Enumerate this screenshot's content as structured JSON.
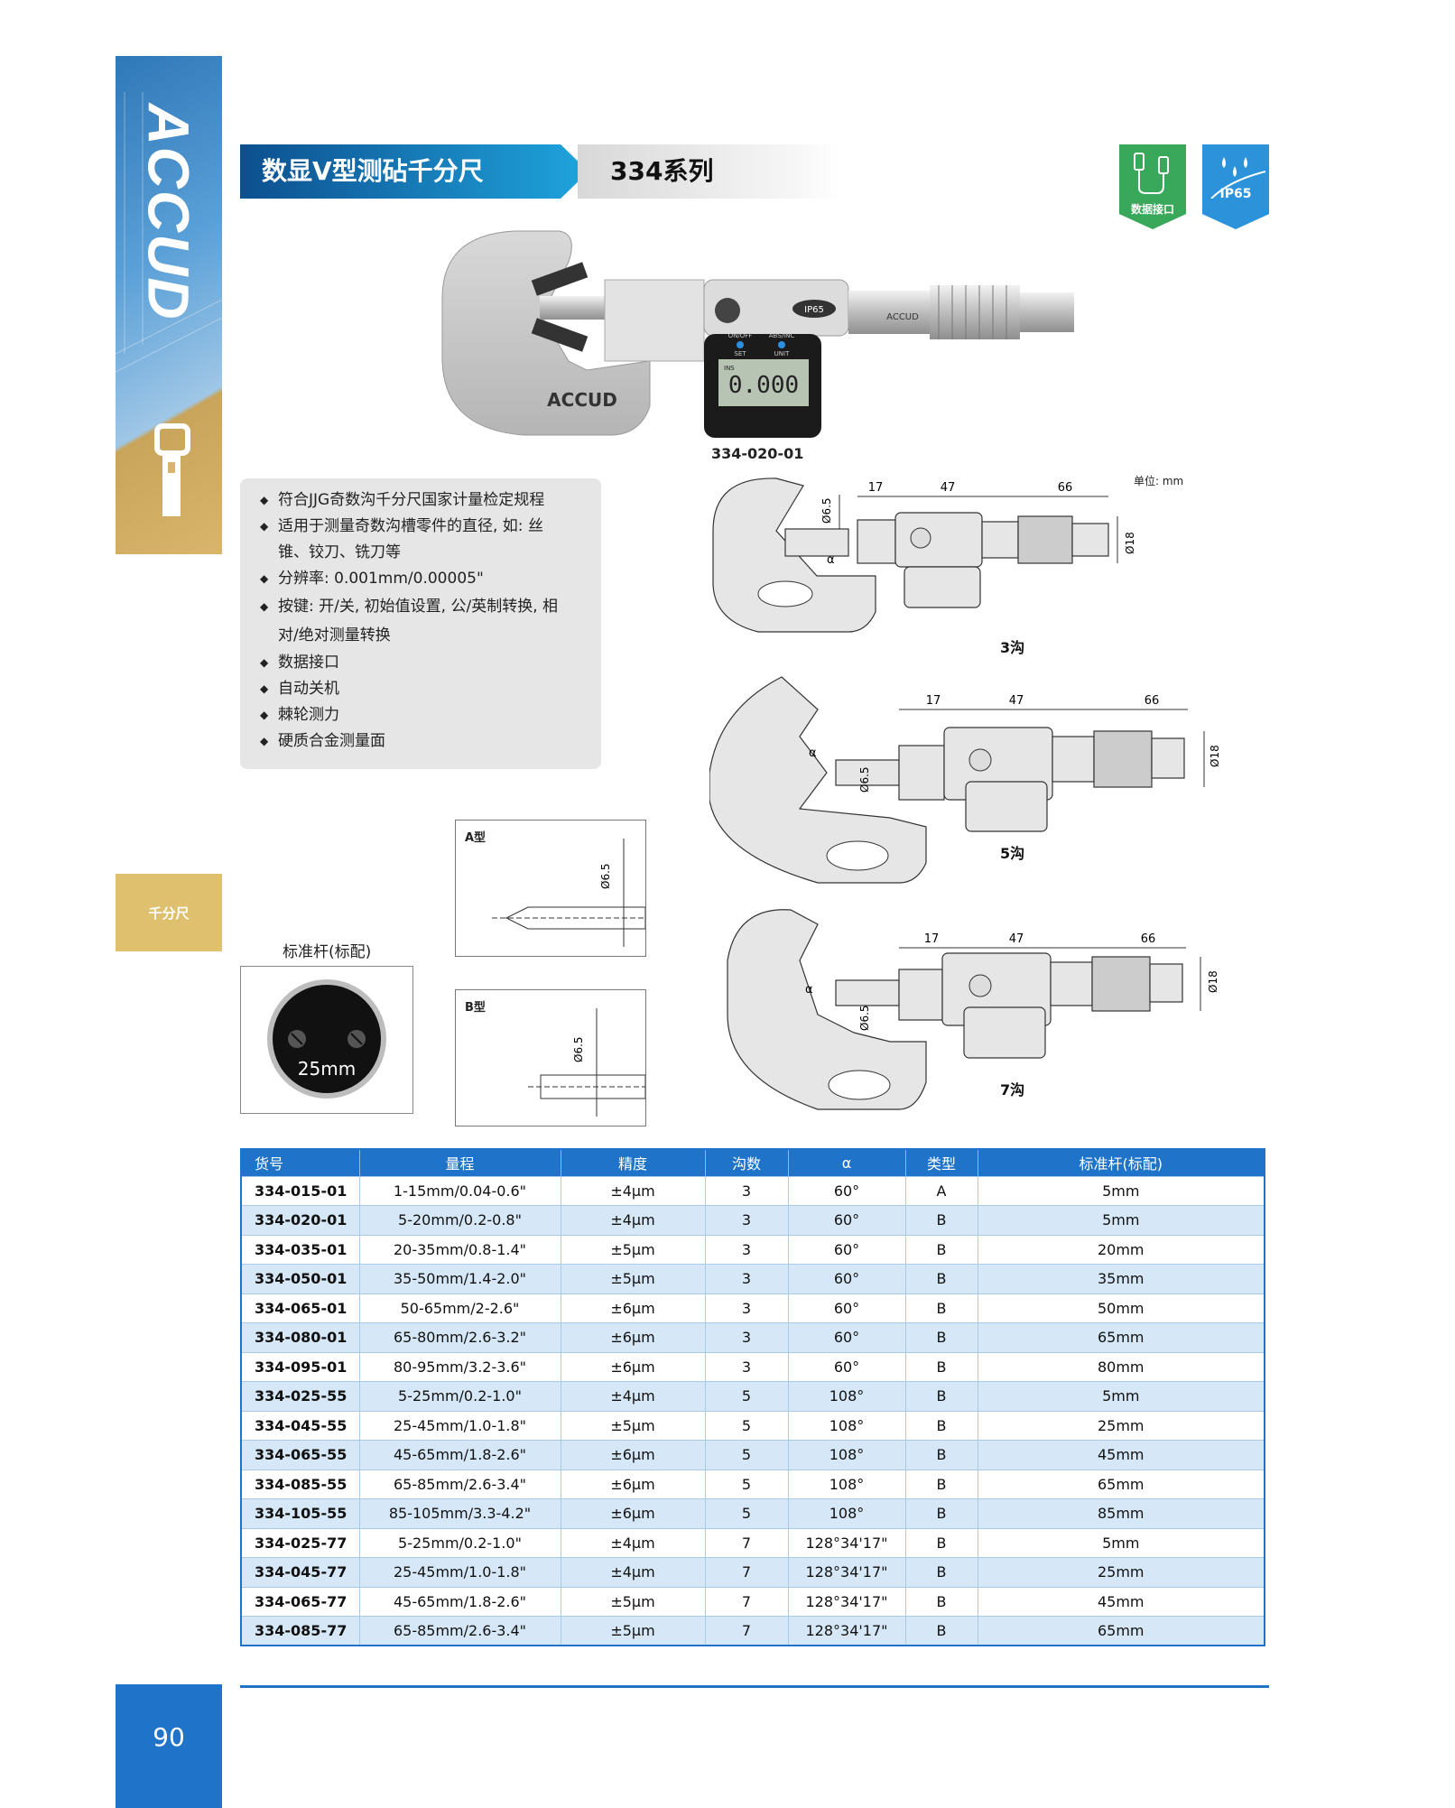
{
  "sidebar": {
    "brand": "ACCUD",
    "category": "千分尺",
    "page_number": "90"
  },
  "header": {
    "title": "数显V型测砧千分尺",
    "series": "334系列"
  },
  "badges": {
    "data_port": "数据接口",
    "ip_rating": "IP65"
  },
  "product": {
    "caption": "334-020-01",
    "frame_brand": "ACCUD",
    "display_value": "0.000",
    "display_mode": "INS",
    "button_labels": [
      "ON/OFF",
      "ABS/INC",
      "SET",
      "UNIT"
    ],
    "ip_label": "IP65",
    "thimble_brand": "ACCUD"
  },
  "features": [
    "符合JJG奇数沟千分尺国家计量检定规程",
    "适用于测量奇数沟槽零件的直径, 如: 丝锥、铰刀、铣刀等",
    "分辨率: 0.001mm/0.00005\"",
    "按键: 开/关, 初始值设置, 公/英制转换, 相对/绝对测量转换",
    "数据接口",
    "自动关机",
    "棘轮测力",
    "硬质合金测量面"
  ],
  "drawings": {
    "unit": "单位: mm",
    "d3": {
      "label": "3沟",
      "dims": [
        "17",
        "47",
        "66"
      ],
      "dia_anvil": "Ø6.5",
      "dia_thimble": "Ø18",
      "alpha": "α"
    },
    "d5": {
      "label": "5沟",
      "dims": [
        "17",
        "47",
        "66"
      ],
      "dia_anvil": "Ø6.5",
      "dia_thimble": "Ø18",
      "alpha": "α"
    },
    "d7": {
      "label": "7沟",
      "dims": [
        "17",
        "47",
        "66"
      ],
      "dia_anvil": "Ø6.5",
      "dia_thimble": "Ø18",
      "alpha": "α"
    }
  },
  "types": {
    "a": {
      "label": "A型",
      "dia": "Ø6.5"
    },
    "b": {
      "label": "B型",
      "dia": "Ø6.5"
    }
  },
  "standard_rod": {
    "title": "标准杆(标配)",
    "size": "25mm"
  },
  "table": {
    "headers": [
      "货号",
      "量程",
      "精度",
      "沟数",
      "α",
      "类型",
      "标准杆(标配)"
    ],
    "rows": [
      [
        "334-015-01",
        "1-15mm/0.04-0.6\"",
        "±4μm",
        "3",
        "60°",
        "A",
        "5mm"
      ],
      [
        "334-020-01",
        "5-20mm/0.2-0.8\"",
        "±4μm",
        "3",
        "60°",
        "B",
        "5mm"
      ],
      [
        "334-035-01",
        "20-35mm/0.8-1.4\"",
        "±5μm",
        "3",
        "60°",
        "B",
        "20mm"
      ],
      [
        "334-050-01",
        "35-50mm/1.4-2.0\"",
        "±5μm",
        "3",
        "60°",
        "B",
        "35mm"
      ],
      [
        "334-065-01",
        "50-65mm/2-2.6\"",
        "±6μm",
        "3",
        "60°",
        "B",
        "50mm"
      ],
      [
        "334-080-01",
        "65-80mm/2.6-3.2\"",
        "±6μm",
        "3",
        "60°",
        "B",
        "65mm"
      ],
      [
        "334-095-01",
        "80-95mm/3.2-3.6\"",
        "±6μm",
        "3",
        "60°",
        "B",
        "80mm"
      ],
      [
        "334-025-55",
        "5-25mm/0.2-1.0\"",
        "±4μm",
        "5",
        "108°",
        "B",
        "5mm"
      ],
      [
        "334-045-55",
        "25-45mm/1.0-1.8\"",
        "±5μm",
        "5",
        "108°",
        "B",
        "25mm"
      ],
      [
        "334-065-55",
        "45-65mm/1.8-2.6\"",
        "±6μm",
        "5",
        "108°",
        "B",
        "45mm"
      ],
      [
        "334-085-55",
        "65-85mm/2.6-3.4\"",
        "±6μm",
        "5",
        "108°",
        "B",
        "65mm"
      ],
      [
        "334-105-55",
        "85-105mm/3.3-4.2\"",
        "±6μm",
        "5",
        "108°",
        "B",
        "85mm"
      ],
      [
        "334-025-77",
        "5-25mm/0.2-1.0\"",
        "±4μm",
        "7",
        "128°34'17\"",
        "B",
        "5mm"
      ],
      [
        "334-045-77",
        "25-45mm/1.0-1.8\"",
        "±4μm",
        "7",
        "128°34'17\"",
        "B",
        "25mm"
      ],
      [
        "334-065-77",
        "45-65mm/1.8-2.6\"",
        "±5μm",
        "7",
        "128°34'17\"",
        "B",
        "45mm"
      ],
      [
        "334-085-77",
        "65-85mm/2.6-3.4\"",
        "±5μm",
        "7",
        "128°34'17\"",
        "B",
        "65mm"
      ]
    ]
  }
}
